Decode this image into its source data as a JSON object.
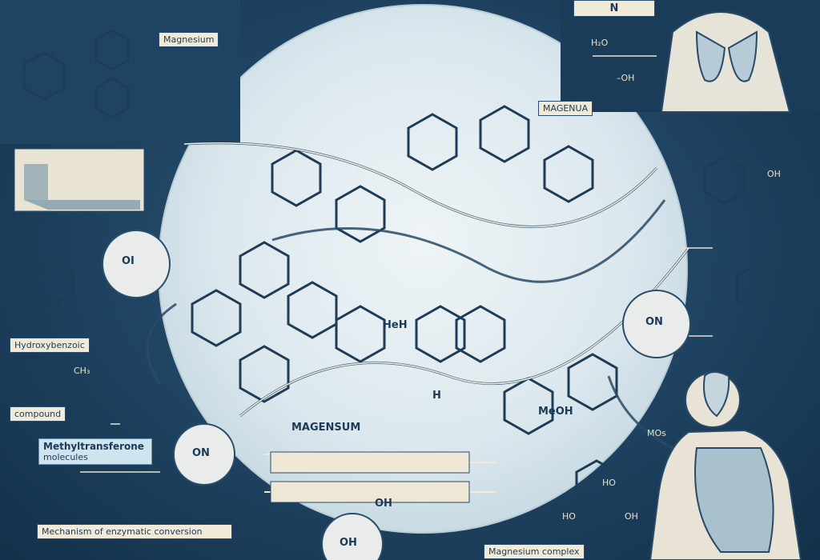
{
  "labels": {
    "top_right_box": "N",
    "top_right_formula": "H₂O",
    "top_right_oh": "–OH",
    "center_box": "MAGENUA",
    "left_box_1": "Magnesium",
    "left_circle": "OI",
    "right_circle": "ON",
    "bottom_circle_left": "ON",
    "bottom_circle_right": "OH",
    "left_ch": "CH₃",
    "left_caption_1": "Hydroxybenzoic",
    "left_caption_2": "compound",
    "highlight_line1": "Methyltransferone",
    "highlight_line2": "molecules",
    "center_bottom": "MAGENSUM",
    "center_h": "H",
    "center_heh": "HeH",
    "right_meoh": "MeOH",
    "right_oh": "OH",
    "right_mos": "MOs",
    "right_ho": "HO",
    "bottom_ho": "HO",
    "bottom_oh": "OH",
    "bottom_oh_box": "OH",
    "bottom_left_text": "Mechanism of enzymatic conversion",
    "bottom_right_box": "Magnesium complex"
  },
  "colors": {
    "navy": "#1d3f5a",
    "cream": "#f1ead8",
    "ink": "#1b3a55",
    "circle": "#d9e6ec"
  }
}
